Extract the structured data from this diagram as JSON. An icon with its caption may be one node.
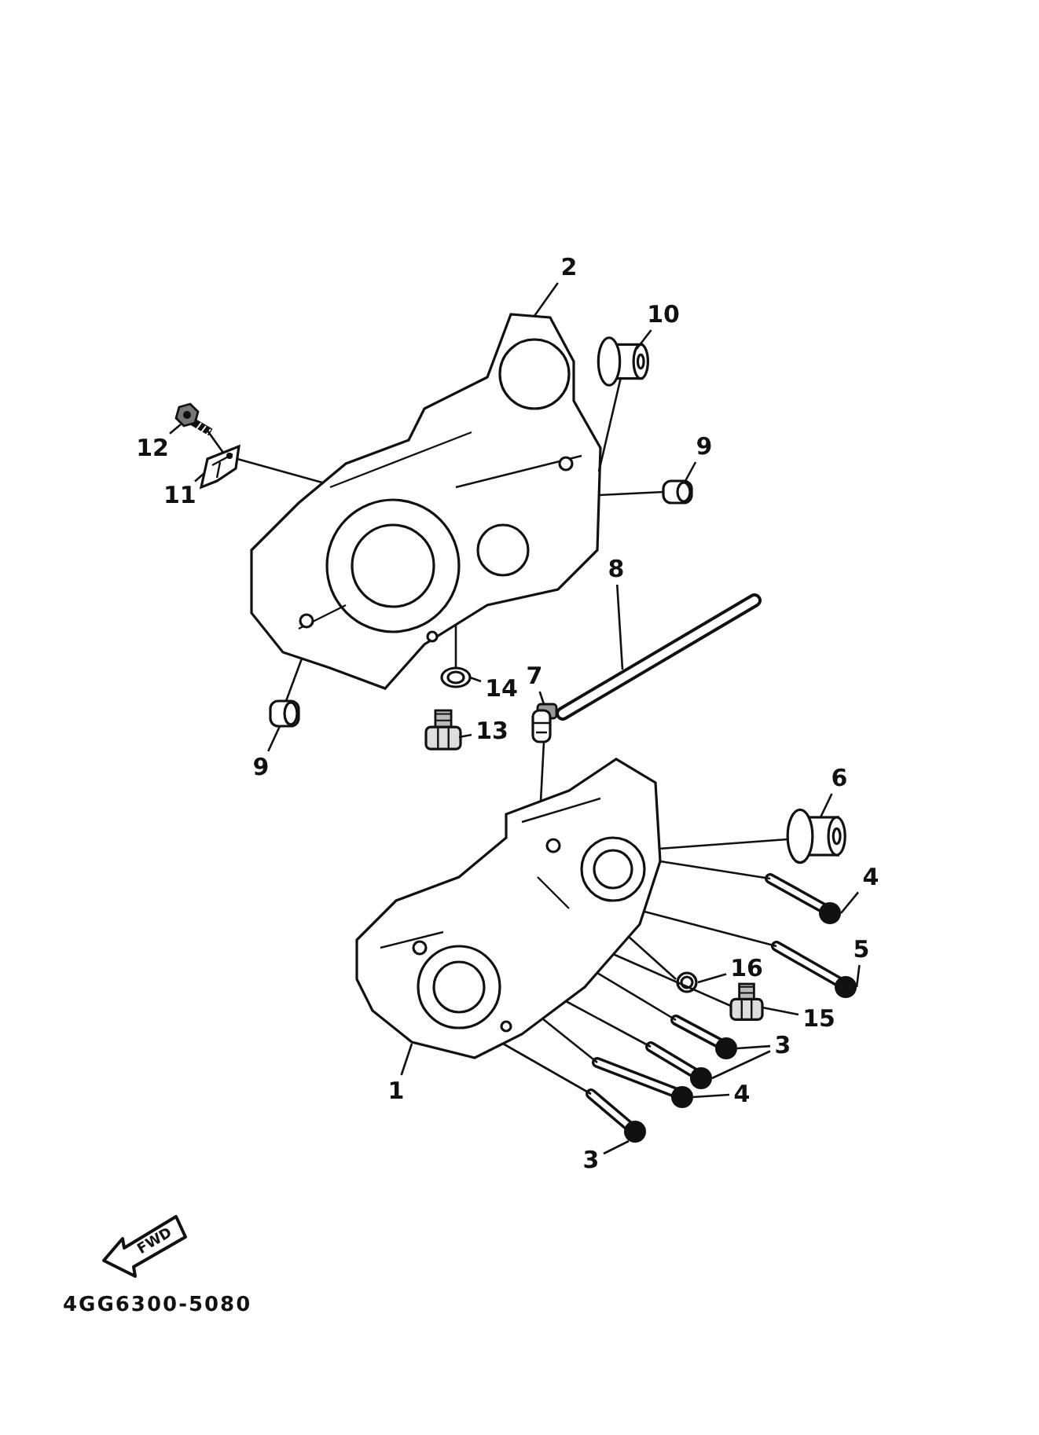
{
  "diagram": {
    "nodes": [
      {
        "text": [
          "2"
        ]
      },
      {
        "text": [],
        "shape": "picture"
      },
      {
        "text": [
          "10"
        ]
      },
      {
        "text": [],
        "shape": "picture"
      },
      {
        "text": [
          "12"
        ]
      },
      {
        "text": [],
        "shape": "picture"
      },
      {
        "text": [
          "11"
        ]
      },
      {
        "text": [],
        "shape": "picture"
      },
      {
        "text": [
          "9"
        ]
      },
      {
        "text": [],
        "shape": "picture"
      },
      {
        "text": [
          "8"
        ]
      },
      {
        "text": [],
        "shape": "picture"
      },
      {
        "text": [
          "7"
        ]
      },
      {
        "text": [],
        "shape": "picture"
      },
      {
        "text": [
          "14"
        ]
      },
      {
        "text": [],
        "shape": "picture"
      },
      {
        "text": [
          "13"
        ]
      },
      {
        "text": [],
        "shape": "picture"
      },
      {
        "text": [
          "9"
        ]
      },
      {
        "text": [],
        "shape": "picture"
      },
      {
        "text": [
          "6"
        ]
      },
      {
        "text": [],
        "shape": "picture"
      },
      {
        "text": [
          "4"
        ]
      },
      {
        "text": [],
        "shape": "picture"
      },
      {
        "text": [
          "5"
        ]
      },
      {
        "text": [],
        "shape": "picture"
      },
      {
        "text": [
          "16"
        ]
      },
      {
        "text": [],
        "shape": "picture"
      },
      {
        "text": [
          "15"
        ]
      },
      {
        "text": [],
        "shape": "picture"
      },
      {
        "text": [
          "3"
        ]
      },
      {
        "text": [],
        "shape": "picture"
      },
      {
        "text": [],
        "shape": "picture"
      },
      {
        "text": [
          "1"
        ]
      },
      {
        "text": [],
        "shape": "picture"
      },
      {
        "text": [
          "4"
        ]
      },
      {
        "text": [],
        "shape": "picture"
      },
      {
        "text": [
          "3"
        ]
      },
      {
        "text": [],
        "shape": "picture"
      }
    ],
    "edges": [
      {
        "from": 0,
        "to": 1,
        "arrow": "none"
      },
      {
        "from": 2,
        "to": 3,
        "arrow": "none"
      },
      {
        "from": 3,
        "to": 1,
        "arrow": "none"
      },
      {
        "from": 4,
        "to": 5,
        "arrow": "none"
      },
      {
        "from": 5,
        "to": 7,
        "arrow": "none"
      },
      {
        "from": 7,
        "to": 1,
        "arrow": "none"
      },
      {
        "from": 6,
        "to": 7,
        "arrow": "none"
      },
      {
        "from": 8,
        "to": 9,
        "arrow": "none"
      },
      {
        "from": 9,
        "to": 1,
        "arrow": "none"
      },
      {
        "from": 10,
        "to": 11,
        "arrow": "none"
      },
      {
        "from": 12,
        "to": 13,
        "arrow": "none"
      },
      {
        "from": 13,
        "to": 34,
        "arrow": "none"
      },
      {
        "from": 14,
        "to": 15,
        "arrow": "none"
      },
      {
        "from": 15,
        "to": 1,
        "arrow": "none"
      },
      {
        "from": 16,
        "to": 17,
        "arrow": "none"
      },
      {
        "from": 18,
        "to": 19,
        "arrow": "none"
      },
      {
        "from": 19,
        "to": 1,
        "arrow": "none"
      },
      {
        "from": 20,
        "to": 21,
        "arrow": "none"
      },
      {
        "from": 21,
        "to": 34,
        "arrow": "none"
      },
      {
        "from": 22,
        "to": 23,
        "arrow": "none"
      },
      {
        "from": 23,
        "to": 34,
        "arrow": "none"
      },
      {
        "from": 24,
        "to": 25,
        "arrow": "none"
      },
      {
        "from": 25,
        "to": 34,
        "arrow": "none"
      },
      {
        "from": 26,
        "to": 27,
        "arrow": "none"
      },
      {
        "from": 27,
        "to": 34,
        "arrow": "none"
      },
      {
        "from": 28,
        "to": 29,
        "arrow": "none"
      },
      {
        "from": 29,
        "to": 34,
        "arrow": "none"
      },
      {
        "from": 30,
        "to": 31,
        "arrow": "none"
      },
      {
        "from": 30,
        "to": 32,
        "arrow": "none"
      },
      {
        "from": 31,
        "to": 34,
        "arrow": "none"
      },
      {
        "from": 32,
        "to": 34,
        "arrow": "none"
      },
      {
        "from": 33,
        "to": 34,
        "arrow": "none"
      },
      {
        "from": 35,
        "to": 36,
        "arrow": "none"
      },
      {
        "from": 36,
        "to": 34,
        "arrow": "none"
      },
      {
        "from": 37,
        "to": 38,
        "arrow": "none"
      },
      {
        "from": 38,
        "to": 34,
        "arrow": "none"
      }
    ],
    "labels": [
      "FWD",
      "4GG6300-5080"
    ]
  }
}
